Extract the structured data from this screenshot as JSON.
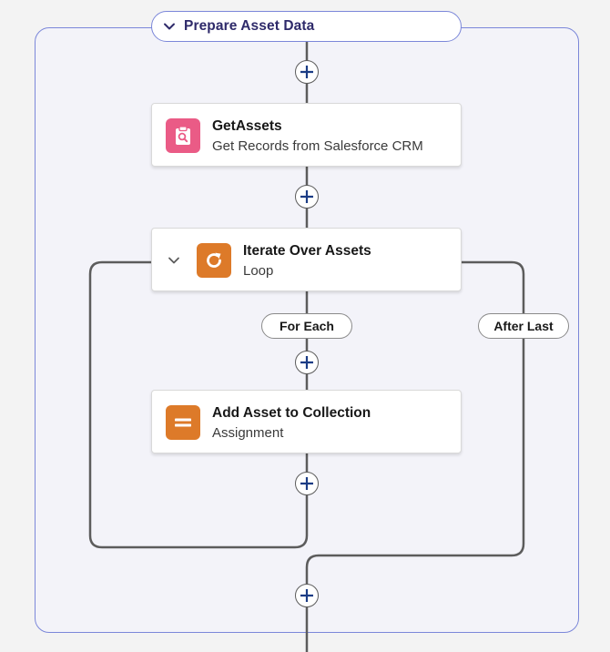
{
  "group": {
    "title": "Prepare Asset Data"
  },
  "nodes": [
    {
      "title": "GetAssets",
      "subtitle": "Get Records from Salesforce CRM",
      "icon": "get-records-icon",
      "color": "#ea5b86"
    },
    {
      "title": "Iterate Over Assets",
      "subtitle": "Loop",
      "icon": "loop-icon",
      "color": "#dd7a29"
    },
    {
      "title": "Add Asset to Collection",
      "subtitle": "Assignment",
      "icon": "assignment-icon",
      "color": "#dd7a29"
    }
  ],
  "branches": {
    "for_each": "For Each",
    "after_last": "After Last"
  },
  "colors": {
    "group_border": "#7b87d9",
    "group_title": "#2e2a6a",
    "add_button_plus": "#1b3c85",
    "connector": "#5c5c5c"
  }
}
